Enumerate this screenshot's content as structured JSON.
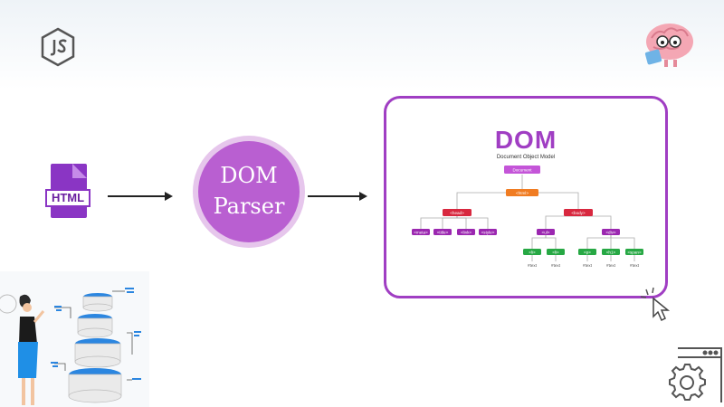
{
  "input": {
    "file_label": "HTML"
  },
  "parser": {
    "line1": "DOM",
    "line2": "Parser"
  },
  "dom_panel": {
    "title": "DOM",
    "subtitle": "Document Object Model",
    "nodes": {
      "document": "Document",
      "html": "<html>",
      "head": "<head>",
      "body": "<body>",
      "meta": "<meta>",
      "title": "<title>",
      "link": "<link>",
      "style": "<style>",
      "ul": "<ul>",
      "div": "<div>",
      "li1": "<li>",
      "li2": "<li>",
      "p": "<p>",
      "h1": "<h1>",
      "span": "<span>",
      "text1": "#text",
      "text2": "#text",
      "text3": "#text",
      "text4": "#text",
      "text5": "#text"
    }
  },
  "colors": {
    "accent_purple": "#a03ec3",
    "circle_purple": "#b95fd1",
    "file_purple": "#8a35c4",
    "node_orange": "#f07c22",
    "node_red": "#d8283f",
    "node_violet": "#9b27b0",
    "node_green": "#27a844"
  }
}
